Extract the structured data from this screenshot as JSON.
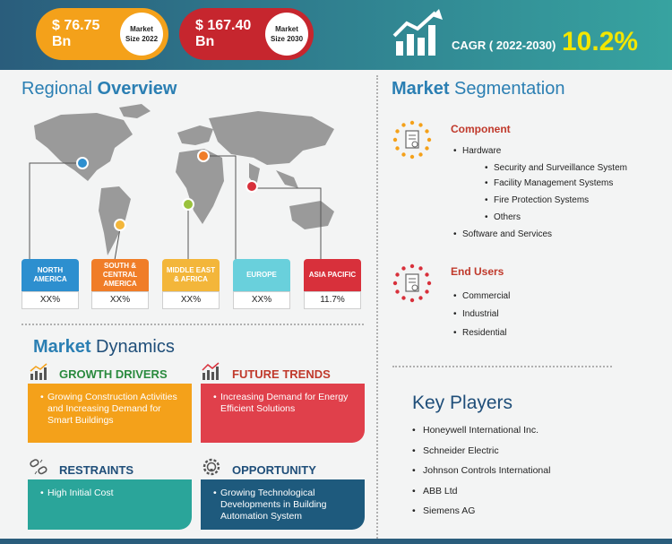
{
  "header": {
    "market_size_2022": {
      "value": "$ 76.75 Bn",
      "label_line1": "Market",
      "label_line2": "Size 2022"
    },
    "market_size_2030": {
      "value": "$ 167.40 Bn",
      "label_line1": "Market",
      "label_line2": "Size 2030"
    },
    "cagr_label": "CAGR ( 2022-2030)",
    "cagr_value": "10.2%",
    "icon": "growth-chart-icon",
    "colors": {
      "pill_2022": "#f4a11a",
      "pill_2030": "#c6262e",
      "cagr_value": "#f3e600"
    }
  },
  "regional": {
    "title_plain": "Regional ",
    "title_accent": "Overview",
    "regions": [
      {
        "name": "NORTH AMERICA",
        "value": "XX%",
        "color": "#2d8fcf"
      },
      {
        "name": "SOUTH & CENTRAL AMERICA",
        "value": "XX%",
        "color": "#f07d28"
      },
      {
        "name": "MIDDLE EAST & AFRICA",
        "value": "XX%",
        "color": "#f3b63a"
      },
      {
        "name": "EUROPE",
        "value": "XX%",
        "color": "#69d0dc"
      },
      {
        "name": "ASIA PACIFIC",
        "value": "11.7%",
        "color": "#d8303b"
      }
    ]
  },
  "segmentation": {
    "title_accent": "Market",
    "title_plain": " Segmentation",
    "component": {
      "heading": "Component",
      "icon": "component-document-icon",
      "items": [
        "Hardware",
        "Software and Services"
      ],
      "hardware_sub": [
        "Security and Surveillance System",
        "Facility Management Systems",
        "Fire Protection Systems",
        "Others"
      ]
    },
    "end_users": {
      "heading": "End Users",
      "icon": "end-users-document-icon",
      "items": [
        "Commercial",
        "Industrial",
        "Residential"
      ]
    }
  },
  "dynamics": {
    "title_accent": "Market",
    "title_plain": " Dynamics",
    "growth_drivers": {
      "heading": "GROWTH DRIVERS",
      "icon": "bar-chart-icon",
      "text": "Growing Construction Activities and Increasing Demand for Smart Buildings",
      "color": "#f4a11a"
    },
    "future_trends": {
      "heading": "FUTURE TRENDS",
      "icon": "trend-chart-icon",
      "text": "Increasing Demand for Energy Efficient Solutions",
      "color": "#e0404b"
    },
    "restraints": {
      "heading": "RESTRAINTS",
      "icon": "broken-chain-icon",
      "text": "High Initial Cost",
      "color": "#2aa59a"
    },
    "opportunity": {
      "heading": "OPPORTUNITY",
      "icon": "gear-bulb-icon",
      "text": "Growing Technological Developments in Building Automation System",
      "color": "#1e5a7d"
    }
  },
  "key_players": {
    "title": "Key Players",
    "items": [
      "Honeywell International Inc.",
      "Schneider Electric",
      "Johnson Controls International",
      "ABB Ltd",
      "Siemens AG"
    ]
  }
}
